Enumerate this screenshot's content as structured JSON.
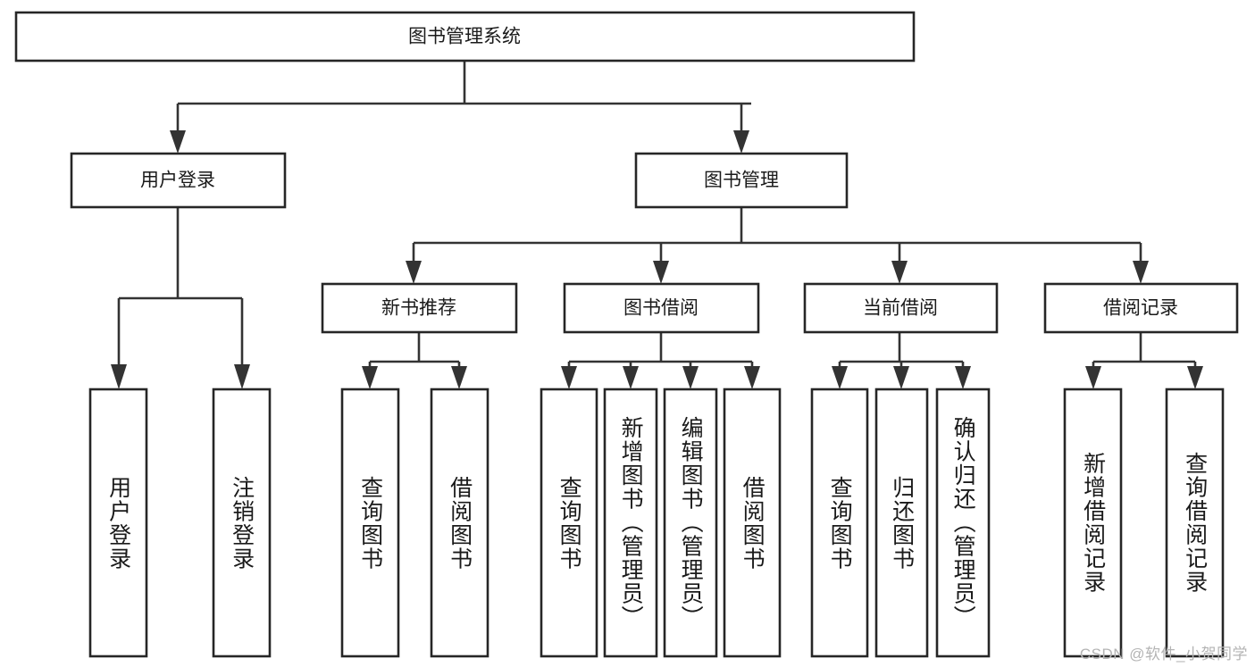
{
  "diagram": {
    "type": "tree-hierarchy",
    "title": "图书管理系统",
    "background_color": "#ffffff",
    "box_stroke_color": "#262626",
    "connector_color": "#333333",
    "text_color": "#1a1a1a"
  },
  "root": {
    "label": "图书管理系统"
  },
  "level1": [
    {
      "label": "用户登录"
    },
    {
      "label": "图书管理"
    }
  ],
  "level2": [
    {
      "label": "新书推荐"
    },
    {
      "label": "图书借阅"
    },
    {
      "label": "当前借阅"
    },
    {
      "label": "借阅记录"
    }
  ],
  "leaves": {
    "user_login": [
      {
        "label": "用户登录"
      },
      {
        "label": "注销登录"
      }
    ],
    "new_book_recommend": [
      {
        "label": "查询图书"
      },
      {
        "label": "借阅图书"
      }
    ],
    "book_borrow": [
      {
        "label": "查询图书"
      },
      {
        "label": "新增图书（管理员）"
      },
      {
        "label": "编辑图书（管理员）"
      },
      {
        "label": "借阅图书"
      }
    ],
    "current_borrow": [
      {
        "label": "查询图书"
      },
      {
        "label": "归还图书"
      },
      {
        "label": "确认归还（管理员）"
      }
    ],
    "borrow_record": [
      {
        "label": "新增借阅记录"
      },
      {
        "label": "查询借阅记录"
      }
    ]
  },
  "watermark": {
    "text": "CSDN @软件_小贺同学"
  }
}
